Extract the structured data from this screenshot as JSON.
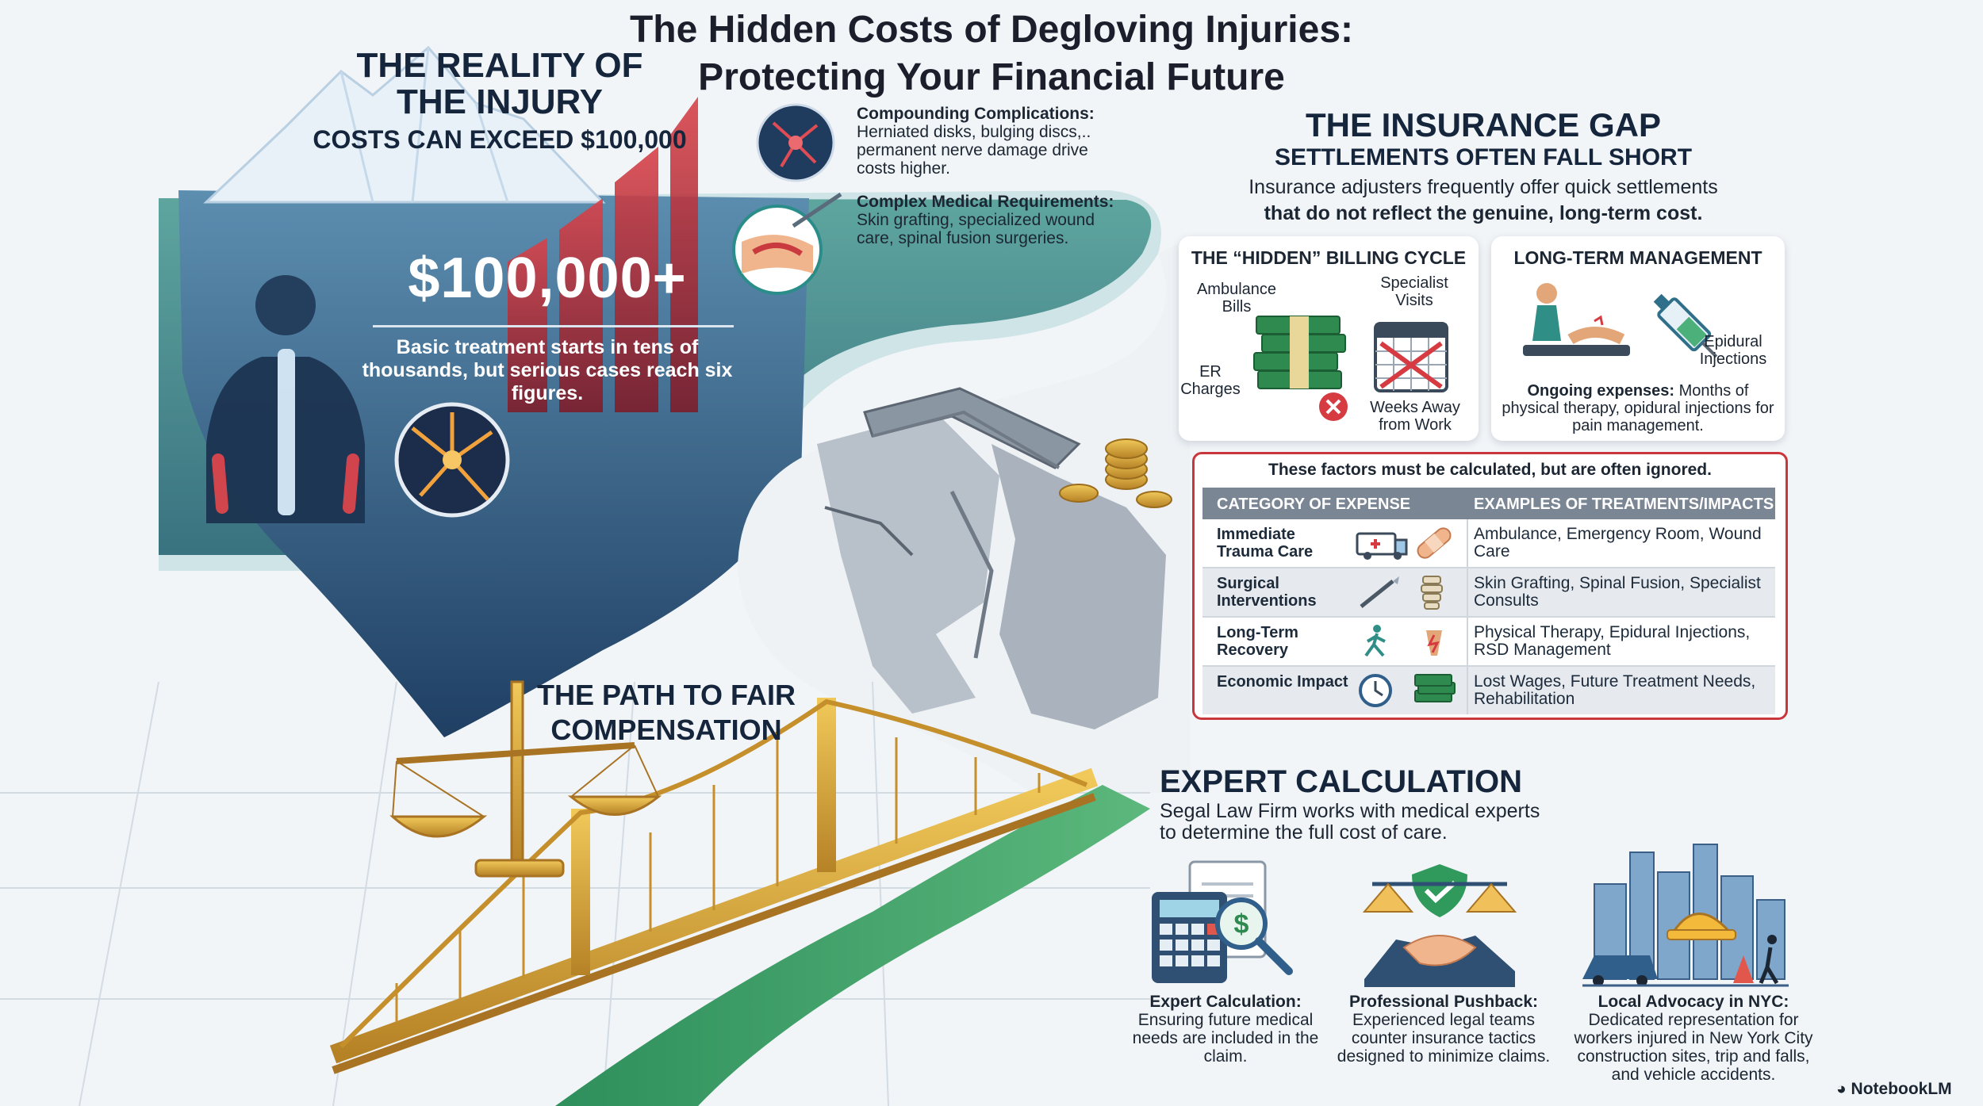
{
  "title": {
    "line1": "The Hidden Costs of Degloving Injuries:",
    "line2": "Protecting Your Financial Future"
  },
  "reality": {
    "heading_line1": "THE REALITY OF",
    "heading_line2": "THE INJURY",
    "subheading": "COSTS CAN EXCEED $100,000",
    "big_number": "$100,000+",
    "description": "Basic treatment starts in tens of thousands, but serious cases reach six figures."
  },
  "complications": [
    {
      "title": "Compounding Complications:",
      "text": "Herniated disks, bulging discs,.. permanent nerve damage drive costs higher."
    },
    {
      "title": "Complex Medical Requirements:",
      "text": "Skin grafting, specialized wound care, spinal fusion surgeries."
    }
  ],
  "insurance_gap": {
    "heading": "THE INSURANCE GAP",
    "subheading": "SETTLEMENTS OFTEN FALL SHORT",
    "desc_line1": "Insurance adjusters frequently offer quick settlements",
    "desc_line2": "that do not reflect the genuine, long-term cost."
  },
  "billing_cycle": {
    "title": "THE “HIDDEN” BILLING CYCLE",
    "labels": {
      "ambulance": "Ambulance Bills",
      "specialist": "Specialist Visits",
      "er": "ER Charges",
      "weeks": "Weeks Away from Work"
    }
  },
  "long_term": {
    "title": "LONG-TERM MANAGEMENT",
    "epidural": "Epidural Injections",
    "ongoing_bold": "Ongoing expenses:",
    "ongoing_text": " Months of physical therapy, opidural injections for pain management."
  },
  "expense_table": {
    "note": "These factors must be calculated, but are often ignored.",
    "headers": [
      "CATEGORY OF EXPENSE",
      "EXAMPLES OF TREATMENTS/IMPACTS"
    ],
    "rows": [
      {
        "category": "Immediate Trauma Care",
        "examples": "Ambulance, Emergency Room, Wound Care",
        "icons": [
          "ambulance-icon",
          "bandage-icon"
        ]
      },
      {
        "category": "Surgical Interventions",
        "examples": "Skin Grafting, Spinal Fusion, Specialist Consults",
        "icons": [
          "scalpel-icon",
          "spine-icon"
        ]
      },
      {
        "category": "Long-Term Recovery",
        "examples": "Physical Therapy, Epidural Injections, RSD Management",
        "icons": [
          "runner-icon",
          "nerve-pain-icon"
        ]
      },
      {
        "category": "Economic Impact",
        "examples": "Lost Wages, Future Treatment Needs, Rehabilitation",
        "icons": [
          "clock-icon",
          "money-icon"
        ]
      }
    ]
  },
  "path": {
    "line1": "THE PATH TO FAIR",
    "line2": "COMPENSATION"
  },
  "expert": {
    "heading": "EXPERT CALCULATION",
    "desc_line1": "Segal Law Firm works with medical experts",
    "desc_line2": "to determine the full cost of care.",
    "items": [
      {
        "title": "Expert Calculation:",
        "text": "Ensuring future medical needs are included in the claim."
      },
      {
        "title": "Professional Pushback:",
        "text": "Experienced legal teams counter insurance tactics designed to minimize claims."
      },
      {
        "title": "Local Advocacy in NYC:",
        "text": "Dedicated representation for workers injured in New York City construction sites, trip and falls, and vehicle accidents."
      }
    ]
  },
  "brand": "NotebookLM",
  "colors": {
    "navy": "#15253c",
    "teal": "#2f7f86",
    "red": "#c9373d",
    "gold": "#d8a93a",
    "table_header": "#7b8694"
  }
}
